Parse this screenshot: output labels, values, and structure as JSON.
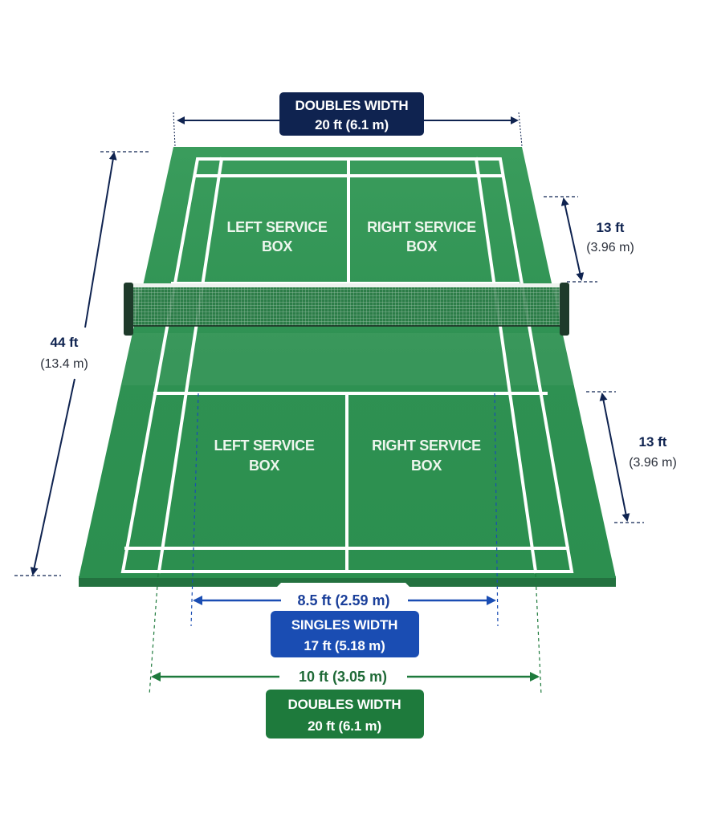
{
  "diagram": {
    "subject": "Badminton court dimensions",
    "colors": {
      "court_green": "#2f9455",
      "court_edge": "#23713f",
      "line_white": "#ffffff",
      "navy": "#0f2350",
      "blue": "#1a4db3",
      "dark_green": "#1e7a3c",
      "net_post": "#1e3a2a"
    },
    "top_badge": {
      "line1": "DOUBLES WIDTH",
      "line2": "20 ft (6.1 m)",
      "color": "#0f2350"
    },
    "length_dim": {
      "line1": "44 ft",
      "line2": "(13.4 m)"
    },
    "far_service_depth": {
      "line1": "13 ft",
      "line2": "(3.96 m)"
    },
    "near_service_depth": {
      "line1": "13 ft",
      "line2": "(3.96 m)"
    },
    "far_court": {
      "left_box": {
        "line1": "LEFT SERVICE",
        "line2": "BOX"
      },
      "right_box": {
        "line1": "RIGHT SERVICE",
        "line2": "BOX"
      }
    },
    "near_court": {
      "left_box": {
        "line1": "LEFT SERVICE",
        "line2": "BOX"
      },
      "right_box": {
        "line1": "RIGHT SERVICE",
        "line2": "BOX"
      }
    },
    "half_singles_dim": {
      "label": "8.5 ft (2.59 m)",
      "color": "#1a4db3"
    },
    "singles_badge": {
      "line1": "SINGLES WIDTH",
      "line2": "17 ft (5.18 m)",
      "color": "#1a4db3"
    },
    "half_doubles_dim": {
      "label": "10 ft (3.05 m)",
      "color": "#1e7a3c"
    },
    "bottom_badge": {
      "line1": "DOUBLES WIDTH",
      "line2": "20 ft (6.1 m)",
      "color": "#1e7a3c"
    }
  }
}
